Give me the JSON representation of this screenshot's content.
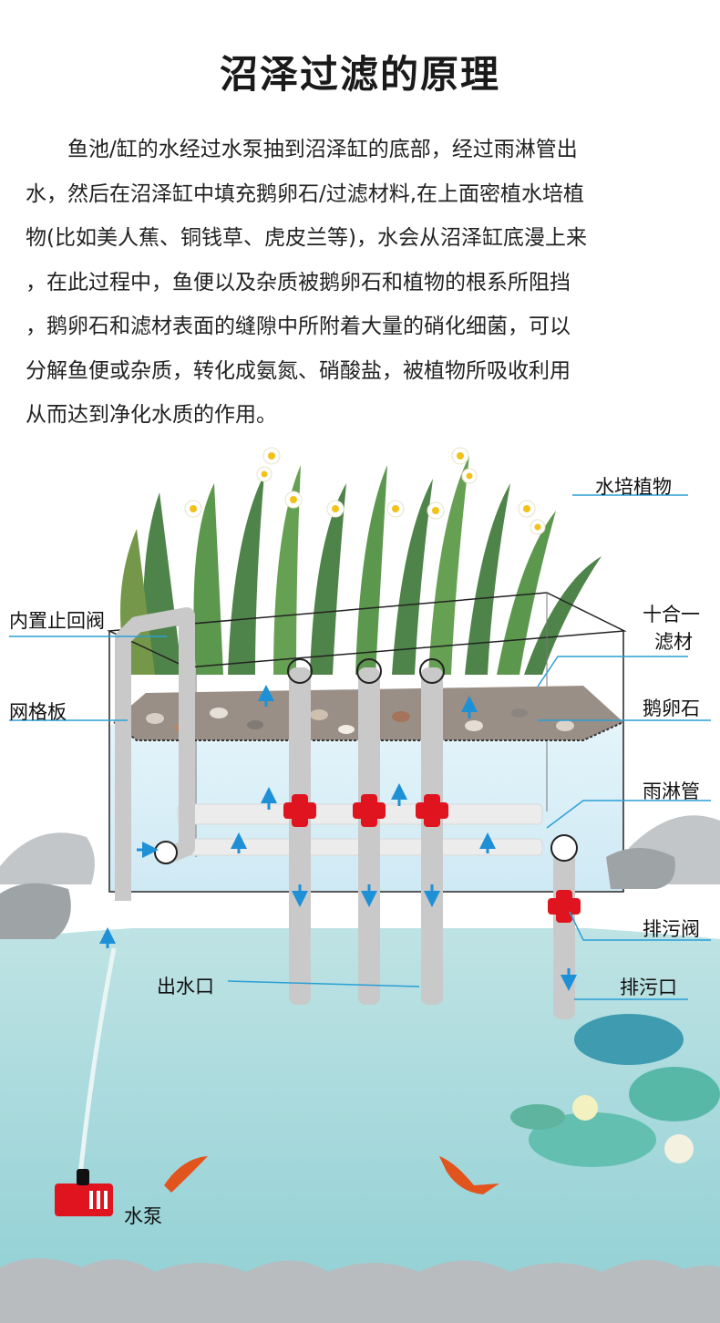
{
  "title": "沼泽过滤的原理",
  "description_lines": [
    "　　鱼池/缸的水经过水泵抽到沼泽缸的底部，经过雨淋管出",
    "水，然后在沼泽缸中填充鹅卵石/过滤材料,在上面密植水培植",
    "物(比如美人蕉、铜钱草、虎皮兰等)，水会从沼泽缸底漫上来",
    "，在此过程中，鱼便以及杂质被鹅卵石和植物的根系所阻挡",
    "，鹅卵石和滤材表面的缝隙中所附着大量的硝化细菌，可以",
    "分解鱼便或杂质，转化成氨氮、硝酸盐，被植物所吸收利用",
    "从而达到净化水质的作用。"
  ],
  "labels": {
    "hydroponic_plants": "水培植物",
    "check_valve": "内置止回阀",
    "filter_media_1": "十合一",
    "filter_media_2": "滤材",
    "grid_plate": "网格板",
    "pebbles": "鹅卵石",
    "rain_pipe": "雨淋管",
    "drain_valve": "排污阀",
    "outlet": "出水口",
    "drain_outlet": "排污口",
    "pump": "水泵"
  },
  "colors": {
    "label_line": "#2a9fd6",
    "valve": "#e0141e",
    "pond": "#a6d8dc",
    "arrow": "#1e90d6"
  }
}
